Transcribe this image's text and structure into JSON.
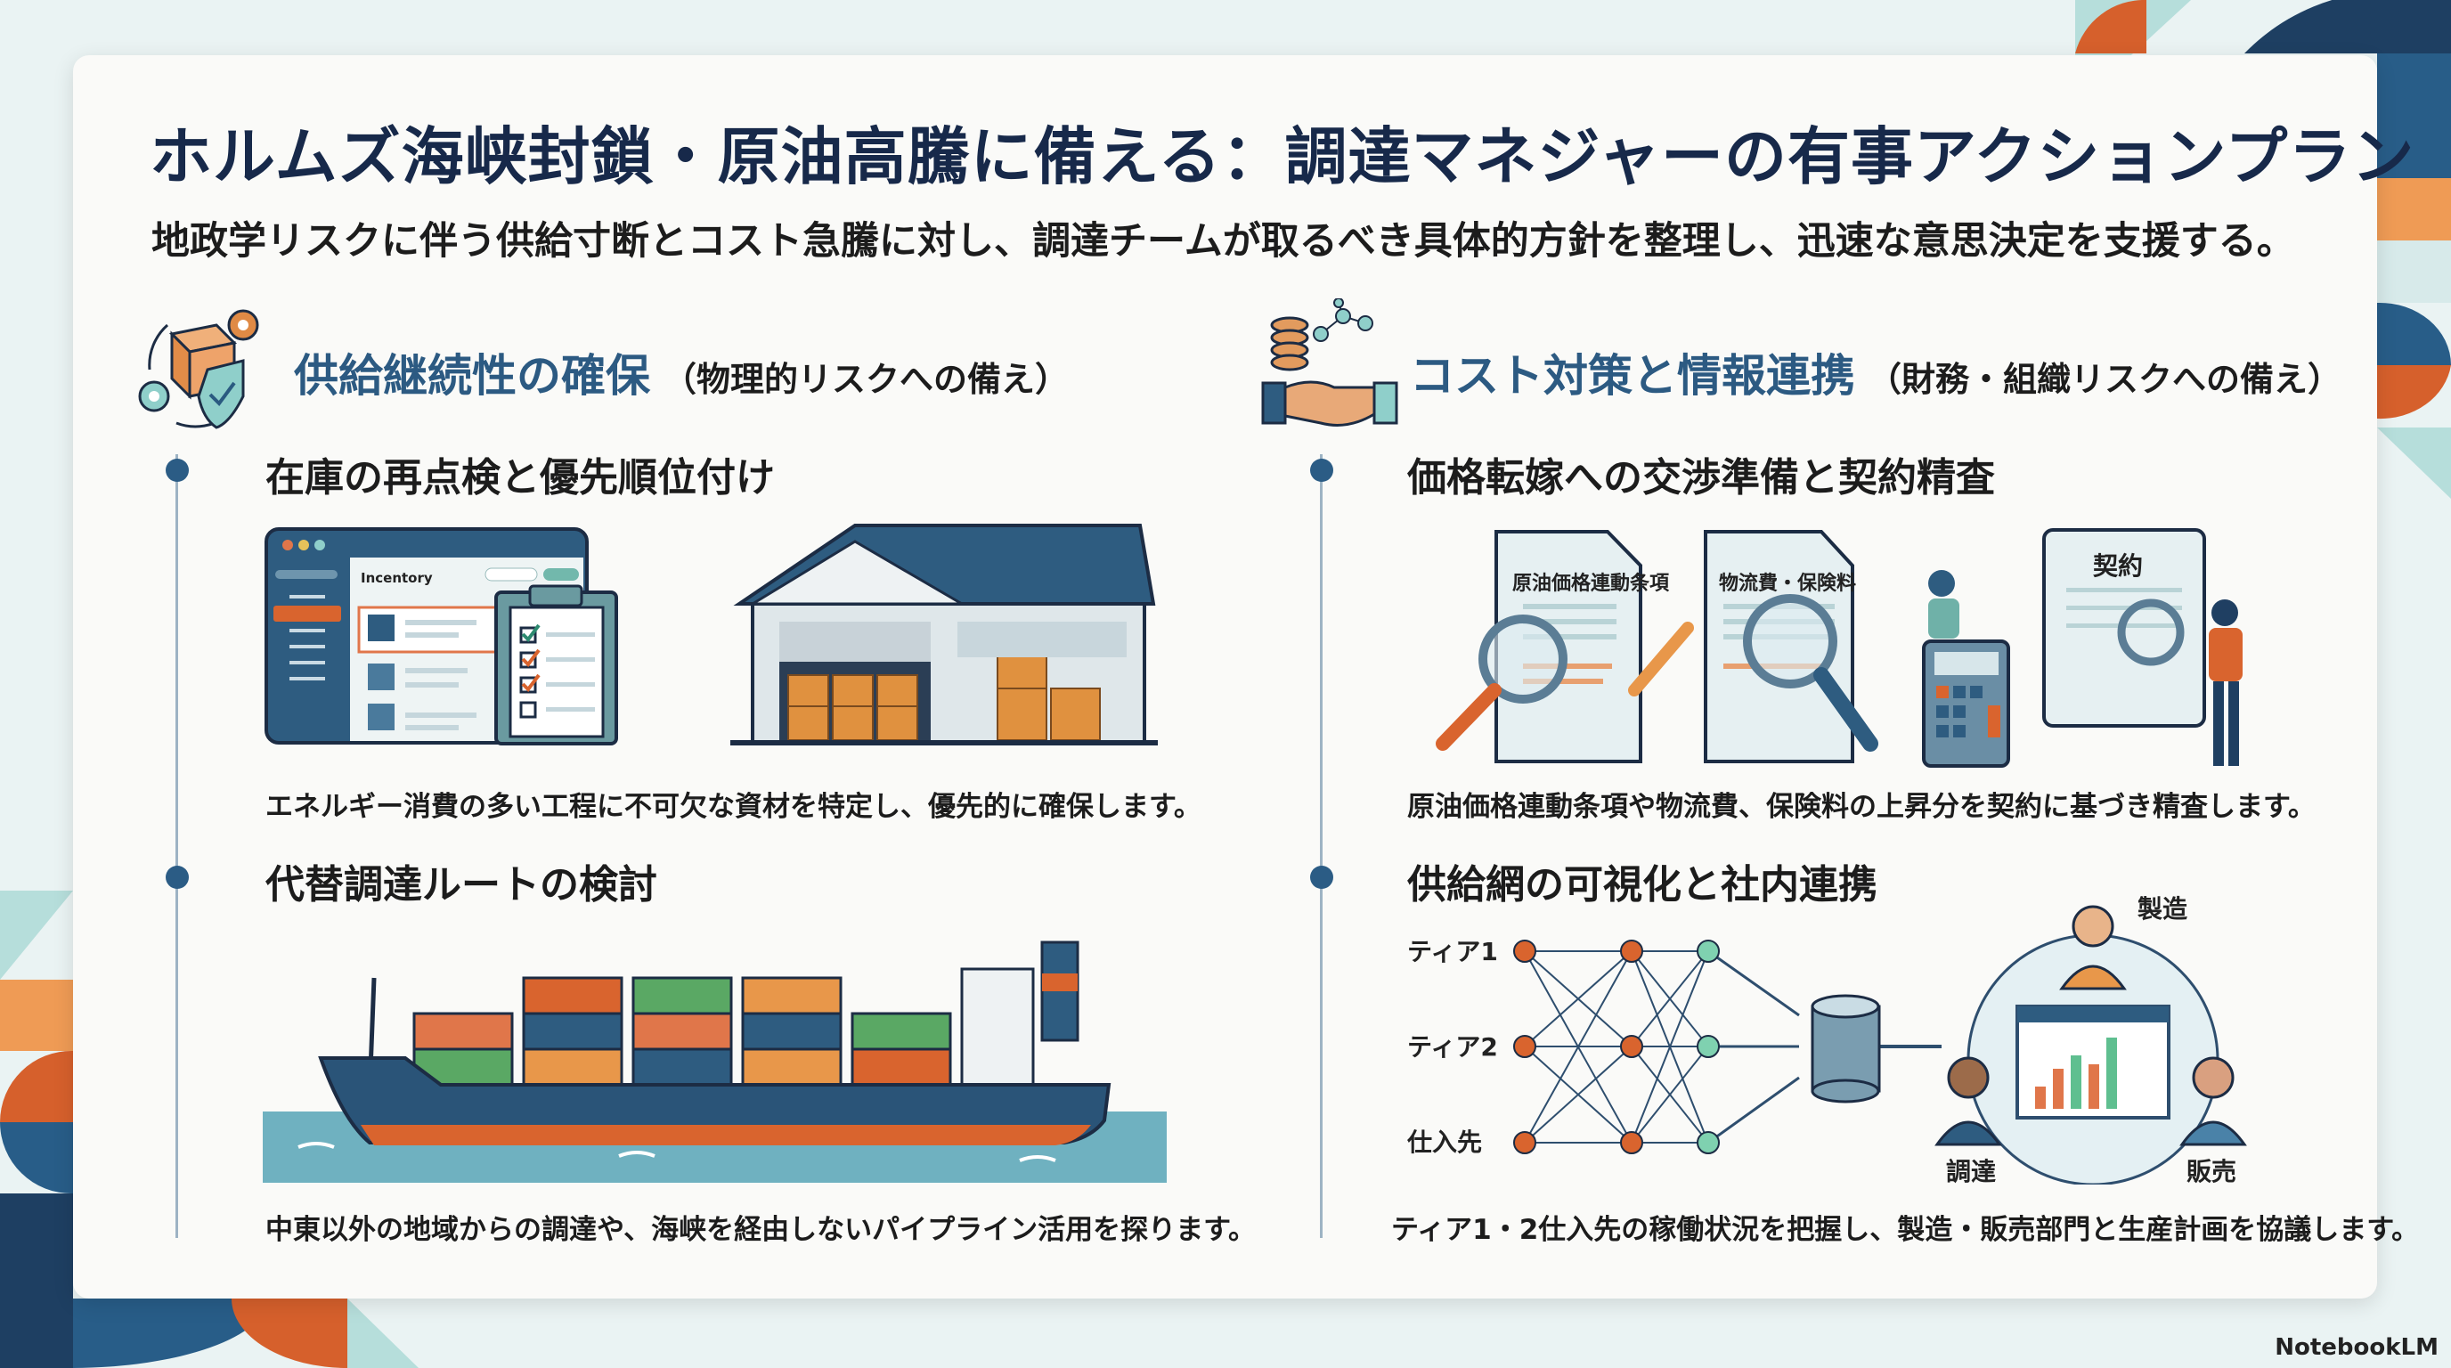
{
  "header": {
    "title": "ホルムズ海峡封鎖・原油高騰に備える：調達マネジャーの有事アクションプラン",
    "subtitle": "地政学リスクに伴う供給寸断とコスト急騰に対し、調達チームが取るべき具体的方針を整理し、迅速な意思決定を支援する。"
  },
  "sections": [
    {
      "heading": "供給継続性の確保",
      "sub": "（物理的リスクへの備え）",
      "items": [
        {
          "title": "在庫の再点検と優先順位付け",
          "caption": "エネルギー消費の多い工程に不可欠な資材を特定し、優先的に確保します。"
        },
        {
          "title": "代替調達ルートの検討",
          "caption": "中東以外の地域からの調達や、海峡を経由しないパイプライン活用を探ります。"
        }
      ]
    },
    {
      "heading": "コスト対策と情報連携",
      "sub": "（財務・組織リスクへの備え）",
      "items": [
        {
          "title": "価格転嫁への交渉準備と契約精査",
          "caption": "原油価格連動条項や物流費、保険料の上昇分を契約に基づき精査します。"
        },
        {
          "title": "供給網の可視化と社内連携",
          "caption": "ティア1・2仕入先の稼働状況を把握し、製造・販売部門と生産計画を協議します。"
        }
      ]
    }
  ],
  "illustrations": {
    "inventory_label": "Incentory",
    "doc1_label": "原油価格連動条項",
    "doc2_label": "物流費・保険料",
    "contract_label": "契約",
    "network_labels": [
      "ティア1",
      "ティア2",
      "仕入先"
    ],
    "roles": {
      "manufacturing": "製造",
      "procurement": "調達",
      "sales": "販売"
    }
  },
  "watermark": "NotebookLM",
  "colors": {
    "navy": "#17294a",
    "accent_blue": "#2c5a82",
    "orange": "#d9642e",
    "teal": "#8fcfca"
  }
}
